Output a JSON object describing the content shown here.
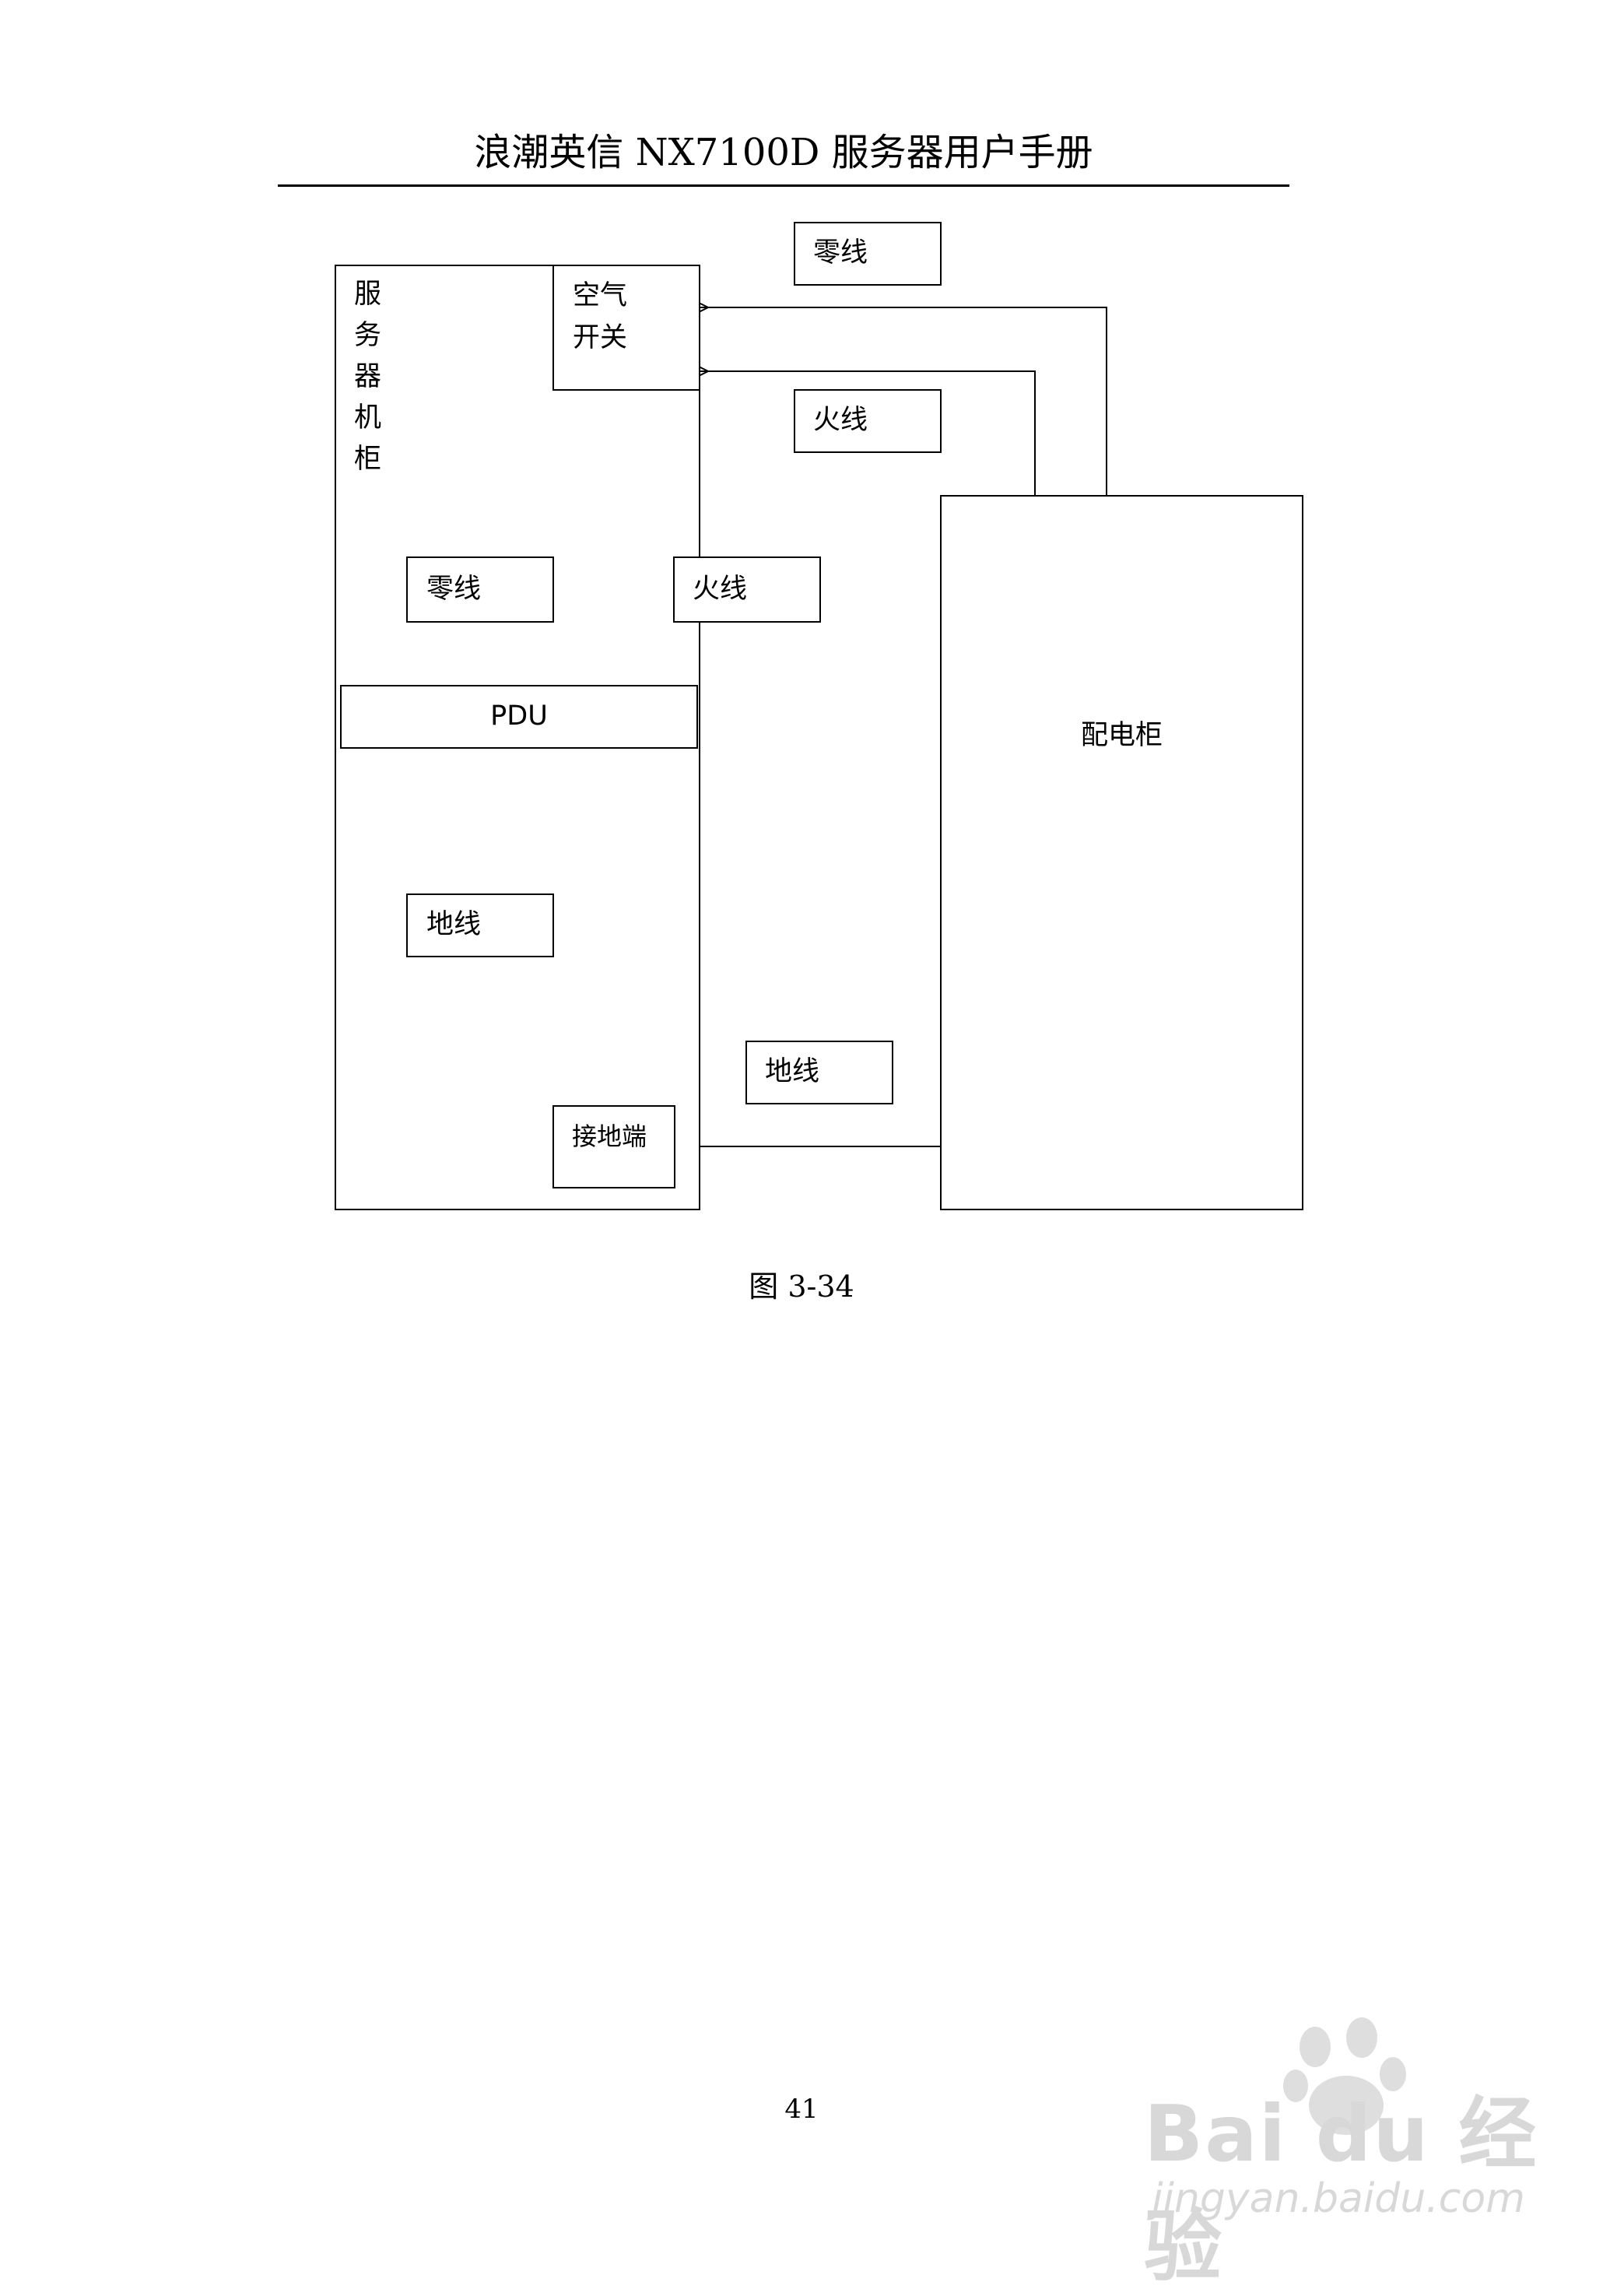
{
  "header": {
    "title": "浪潮英信 NX7100D 服务器用户手册"
  },
  "diagram": {
    "server_cabinet": {
      "label": "服务器机柜",
      "chars": [
        "服",
        "务",
        "器",
        "机",
        "柜"
      ]
    },
    "air_switch": {
      "label_line1": "空气",
      "label_line2": "开关"
    },
    "top_neutral": "零线",
    "top_live": "火线",
    "inner_neutral": "零线",
    "inner_live": "火线",
    "pdu": "PDU",
    "inner_ground": "地线",
    "outer_ground": "地线",
    "ground_terminal": "接地端",
    "distribution_cabinet": "配电柜"
  },
  "caption": "图 3-34",
  "page_number": "41",
  "watermark": {
    "brand": "Bai du 经验",
    "url": "jingyan.baidu.com"
  }
}
